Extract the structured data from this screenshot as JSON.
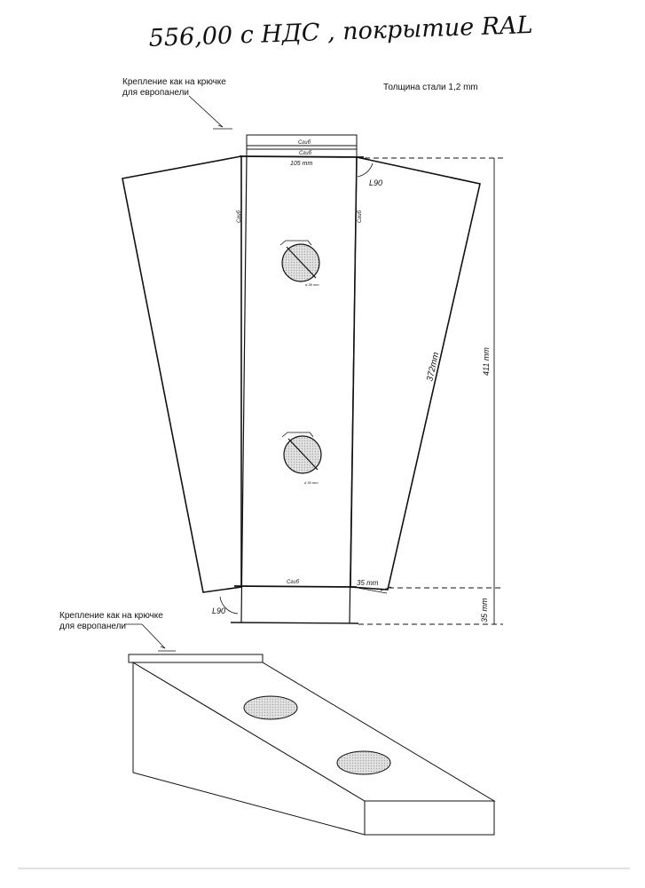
{
  "header": {
    "handwritten_note": "556,00 с НДС , покрытие RAL"
  },
  "notes": {
    "mount_top": [
      "Крепление как на крючке",
      "для европанели"
    ],
    "mount_bottom": [
      "Крепление как на крючке",
      "для европанели"
    ],
    "steel_thickness": "Толщина стали 1,2 mm"
  },
  "labels": {
    "bend_top_1": "Сгиб",
    "bend_top_2": "Сгиб",
    "bend_left": "Сгиб",
    "bend_right": "Сгиб",
    "bend_bottom": "Сгиб",
    "width_105": "105 mm",
    "hole_top_diameter": "d 38 mm",
    "hole_bottom_diameter": "d 35 mm",
    "side_length": "372mm",
    "total_length": "411 mm",
    "bottom_tab": "35 mm",
    "bottom_tab_side": "35 mm",
    "angle_top": "L90",
    "angle_bottom": "L90"
  },
  "colors": {
    "ink": "#111111",
    "hole_fill": "#d3d3d3"
  }
}
